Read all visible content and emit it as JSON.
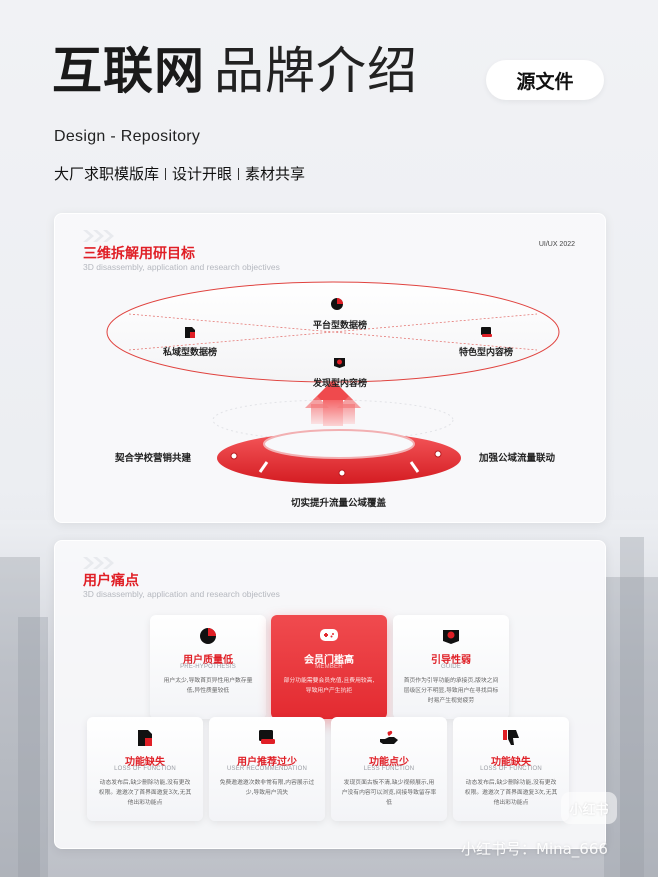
{
  "header": {
    "title_bold": "互联网",
    "title_light": "品牌介绍",
    "file_pill": "源文件",
    "subtitle": "Design  - Repository",
    "tagline": [
      "大厂求职模版库",
      "设计开眼",
      "素材共享"
    ]
  },
  "section1": {
    "title": "三维拆解用研目标",
    "subtitle": "3D disassembly, application and research objectives",
    "tag": "UI/UX 2022",
    "ellipse_labels": {
      "top": "平台型数据榜",
      "left": "私域型数据榜",
      "right": "特色型内容榜",
      "bottom": "发现型内容榜"
    },
    "ring_labels": {
      "left": "契合学校营销共建",
      "right": "加强公域流量联动",
      "bottom": "切实提升流量公域覆盖"
    }
  },
  "section2": {
    "title": "用户痛点",
    "subtitle": "3D disassembly, application and research objectives",
    "top_row": [
      {
        "title": "用户质量低",
        "en": "PRE-HYPOTHESIS",
        "desc": "用户太少,导致首页异性用户数存量低,异性质量较低",
        "icon": "pie-chart-icon",
        "highlight": false
      },
      {
        "title": "会员门槛高",
        "en": "MEMBER",
        "desc": "部分功能需要会员充值,且费用较高,导致用户产生抗拒",
        "icon": "gamepad-icon",
        "highlight": true
      },
      {
        "title": "引导性弱",
        "en": "GUIDE",
        "desc": "首页作为引导功能的承接页,版块之间层级区分不明显,导致用户在寻找目标时易产生视觉疲劳",
        "icon": "map-pin-icon",
        "highlight": false
      }
    ],
    "bottom_row": [
      {
        "title": "功能缺失",
        "en": "LOSS OF FUNCTION",
        "desc": "动态发布后,缺少删除功能,没有更改权限。邀邀次了首界面邀复3次,无其他出彩功能点",
        "icon": "document-icon"
      },
      {
        "title": "用户推荐过少",
        "en": "USER RECOMMENDATION",
        "desc": "免费邀邀邀次数非常有限,内容展示过少,导致用户流失",
        "icon": "scroll-icon"
      },
      {
        "title": "功能点少",
        "en": "LESS FUNCTION",
        "desc": "发现页面古板不清,缺少视频展示,用户没有内容可以浏览,间接导致留存率低",
        "icon": "hand-heart-icon"
      },
      {
        "title": "功能缺失",
        "en": "LOSS OF FUNCTION",
        "desc": "动态发布后,缺少删除功能,没有更改权限。邀邀次了首界面邀复3次,无其他出彩功能点",
        "icon": "thumbs-down-icon"
      }
    ]
  },
  "watermark": {
    "badge": "小红书",
    "text": "小红书号：Mina_666"
  },
  "colors": {
    "accent": "#e01f26",
    "card_bg": "#f8f9fb",
    "page_bg": "#eceef2"
  }
}
